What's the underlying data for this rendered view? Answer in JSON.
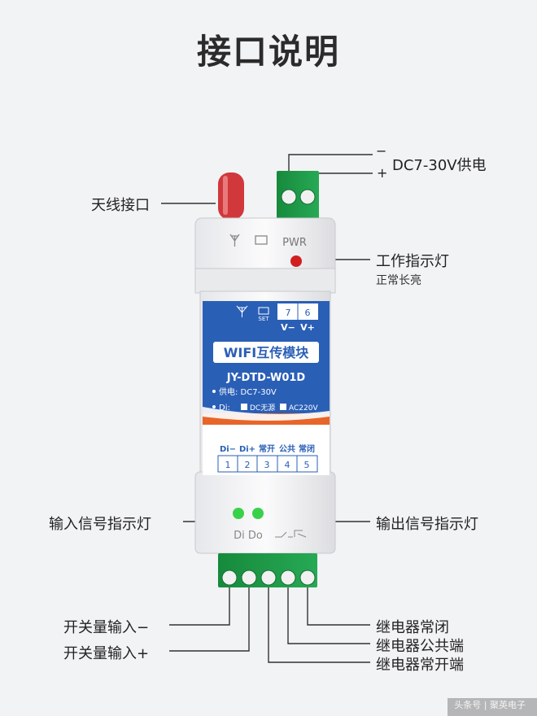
{
  "title": "接口说明",
  "device": {
    "top_labels": {
      "pwr": "PWR"
    },
    "terminal_top": [
      {
        "num": "7",
        "sig": "V−"
      },
      {
        "num": "6",
        "sig": "V+"
      }
    ],
    "set_label": "SET",
    "product_name": "WIFI互传模块",
    "model": "JY-DTD-W01D",
    "supply_line": "供电: DC7-30V",
    "di_prefix": "Di:",
    "di_option1": "DC无源",
    "di_option2": "AC220V",
    "bottom_headers": [
      "Di−",
      "Di+",
      "常开",
      "公共",
      "常闭"
    ],
    "bottom_numbers": [
      "1",
      "2",
      "3",
      "4",
      "5"
    ],
    "led_labels": "Di  Do",
    "colors": {
      "blue": "#2a5fb6",
      "orange": "#e8652a",
      "green": "#1f9a4a",
      "led_green": "#3ad14a",
      "led_red": "#d11f1f",
      "antenna": "#d0383b"
    }
  },
  "callouts": {
    "antenna": "天线接口",
    "power_minus": "−",
    "power_plus": "+",
    "power": "DC7-30V供电",
    "work_led": "工作指示灯",
    "work_led_sub": "正常长亮",
    "input_led": "输入信号指示灯",
    "output_led": "输出信号指示灯",
    "switch_in_minus": "开关量输入−",
    "switch_in_plus": "开关量输入+",
    "relay_nc": "继电器常闭",
    "relay_com": "继电器公共端",
    "relay_no": "继电器常开端"
  },
  "watermark": "头条号 | 聚英电子"
}
